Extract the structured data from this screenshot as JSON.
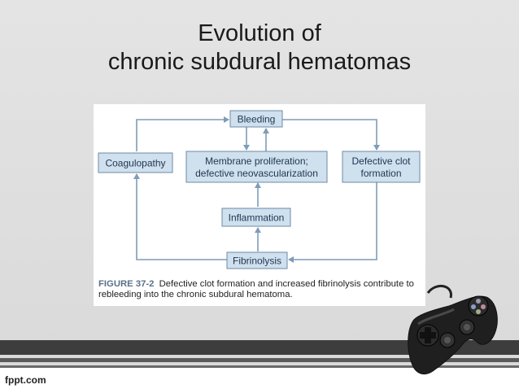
{
  "slide": {
    "title_line1": "Evolution of",
    "title_line2": "chronic subdural hematomas"
  },
  "diagram": {
    "nodes": {
      "bleeding": "Bleeding",
      "coagulopathy": "Coagulopathy",
      "membrane_line1": "Membrane proliferation;",
      "membrane_line2": "defective neovascularization",
      "defective_clot_line1": "Defective clot",
      "defective_clot_line2": "formation",
      "inflammation": "Inflammation",
      "fibrinolysis": "Fibrinolysis"
    },
    "colors": {
      "node_fill": "#cfe0ee",
      "node_stroke": "#6f8aa5",
      "arrow": "#7f9cb8",
      "text": "#1f3550"
    }
  },
  "caption": {
    "figure_label": "FIGURE 37-2",
    "text": "Defective clot formation and increased fibrinolysis contribute to rebleeding into the chronic subdural hematoma."
  },
  "footer": {
    "brand": "fppt.com"
  },
  "decor": {
    "icon": "gamepad-icon"
  }
}
